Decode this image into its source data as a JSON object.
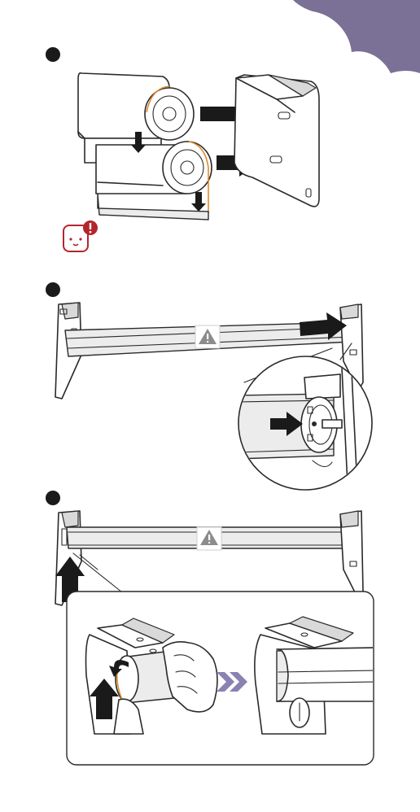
{
  "colors": {
    "accent_purple": "#7b7096",
    "warning_red": "#b3262d",
    "step_dot": "#1a1a1a",
    "tube_orange": "#e08a2a",
    "chevron_purple": "#8a82b0",
    "line": "#2a2a2a"
  },
  "steps": [
    {
      "id": "step-1",
      "icons": [
        "roller-tube-icon",
        "bracket-icon",
        "insert-arrow-icon",
        "down-arrow-icon"
      ]
    },
    {
      "id": "step-2",
      "icons": [
        "headrail-icon",
        "warning-icon",
        "push-arrow-icon",
        "end-cap-detail-icon"
      ]
    },
    {
      "id": "step-3",
      "icons": [
        "headrail-icon",
        "warning-icon",
        "up-arrow-icon",
        "hand-icon",
        "next-chevron-icon"
      ]
    }
  ],
  "note_icon": "attention-note-icon"
}
